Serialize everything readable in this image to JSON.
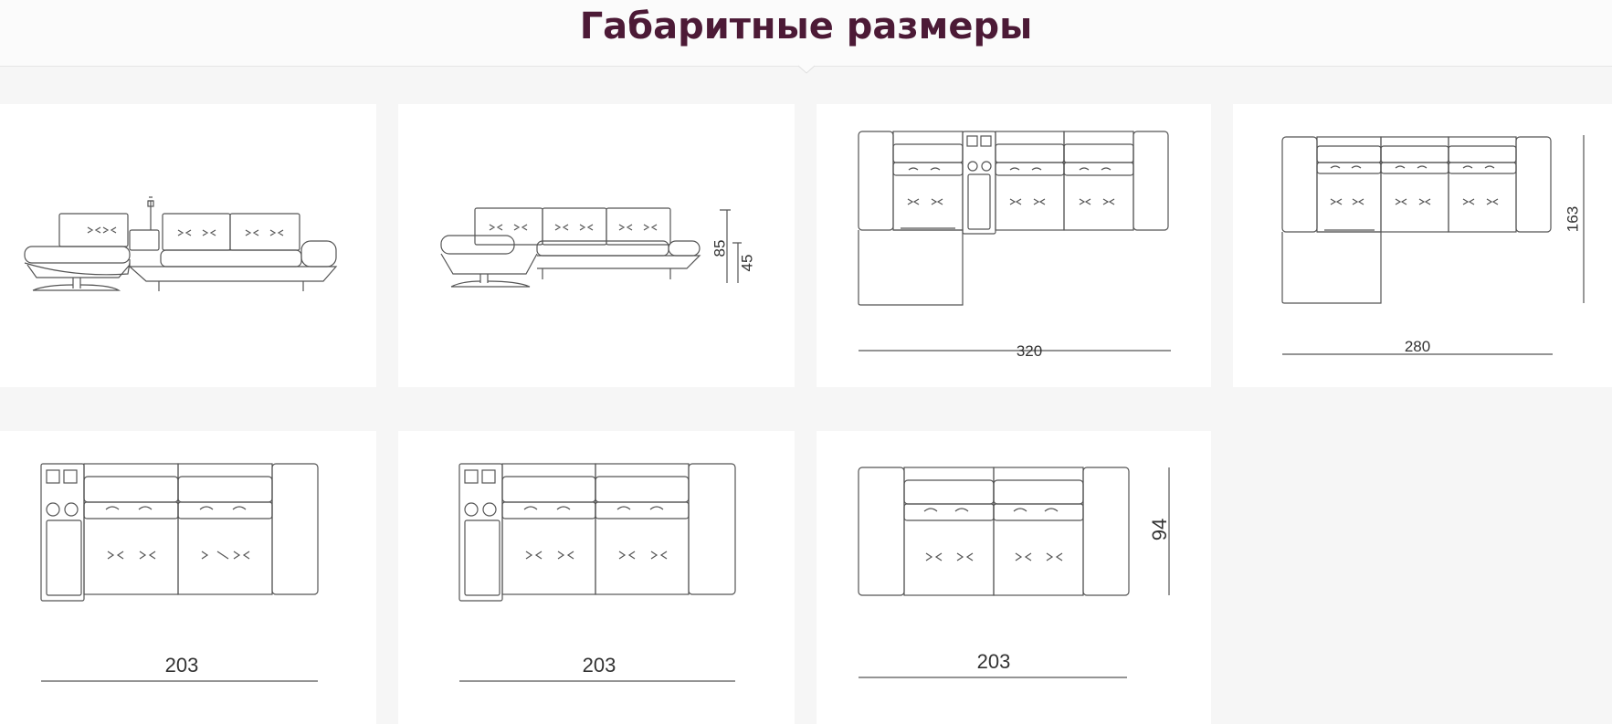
{
  "header": {
    "title": "Габаритные размеры"
  },
  "colors": {
    "title": "#4c1a36",
    "line": "#555555",
    "card": "#ffffff",
    "background": "#f6f6f6"
  },
  "cards": [
    {
      "view": "side",
      "dims": []
    },
    {
      "view": "side",
      "dims": [
        "85",
        "45"
      ]
    },
    {
      "view": "top",
      "dims": [
        "320"
      ]
    },
    {
      "view": "top",
      "dims": [
        "280",
        "163"
      ]
    },
    {
      "view": "top",
      "dims": [
        "203"
      ]
    },
    {
      "view": "top",
      "dims": [
        "203"
      ]
    },
    {
      "view": "top",
      "dims": [
        "203",
        "94"
      ]
    }
  ]
}
